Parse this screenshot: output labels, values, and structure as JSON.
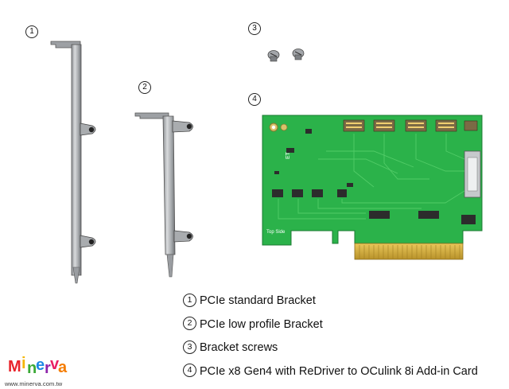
{
  "markers": {
    "one": "1",
    "two": "2",
    "three": "3",
    "four": "4"
  },
  "legend": [
    {
      "num": "1",
      "text": "PCIe standard Bracket"
    },
    {
      "num": "2",
      "text": "PCIe low profile Bracket"
    },
    {
      "num": "3",
      "text": "Bracket screws"
    },
    {
      "num": "4",
      "text": "PCIe x8 Gen4 with ReDriver to OCulink 8i Add-in Card"
    }
  ],
  "board": {
    "top_side_label": "Top Side",
    "silk_label": "ET"
  },
  "logo": {
    "letters": [
      "M",
      "i",
      "n",
      "e",
      "r",
      "v",
      "a"
    ],
    "letter_colors": [
      "#e8232b",
      "#f4b400",
      "#3aa935",
      "#1e88e5",
      "#8e24aa",
      "#e91e63",
      "#f57c00"
    ],
    "url": "www.minerva.com.tw"
  },
  "colors": {
    "pcb_green": "#2bb24a",
    "gold_finger": "#d6b13a",
    "bracket_metal": "#b9bcbf"
  }
}
